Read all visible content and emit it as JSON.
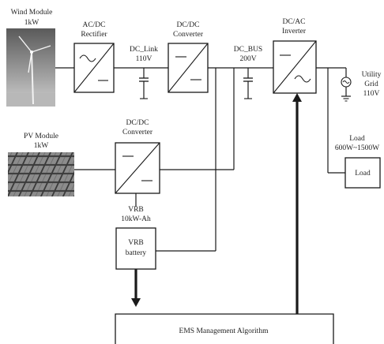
{
  "wind_module": {
    "title": "Wind Module",
    "rating": "1kW"
  },
  "acdc_rectifier": {
    "line1": "AC/DC",
    "line2": "Rectifier"
  },
  "dc_link": {
    "name": "DC_Link",
    "voltage": "110V"
  },
  "dcdc_converter_top": {
    "line1": "DC/DC",
    "line2": "Converter"
  },
  "dc_bus": {
    "name": "DC_BUS",
    "voltage": "200V"
  },
  "dcac_inverter": {
    "line1": "DC/AC",
    "line2": "Inverter"
  },
  "utility_grid": {
    "line1": "Utility",
    "line2": "Grid",
    "line3": "110V"
  },
  "load_block": {
    "title": "Load",
    "range": "600W~1500W",
    "box_label": "Load"
  },
  "pv_module": {
    "title": "PV Module",
    "rating": "1kW"
  },
  "dcdc_converter_pv": {
    "line1": "DC/DC",
    "line2": "Converter"
  },
  "vrb": {
    "title": "VRB",
    "capacity": "10kW-Ah",
    "box_line1": "VRB",
    "box_line2": "battery"
  },
  "ems": {
    "label": "EMS Management Algorithm"
  }
}
